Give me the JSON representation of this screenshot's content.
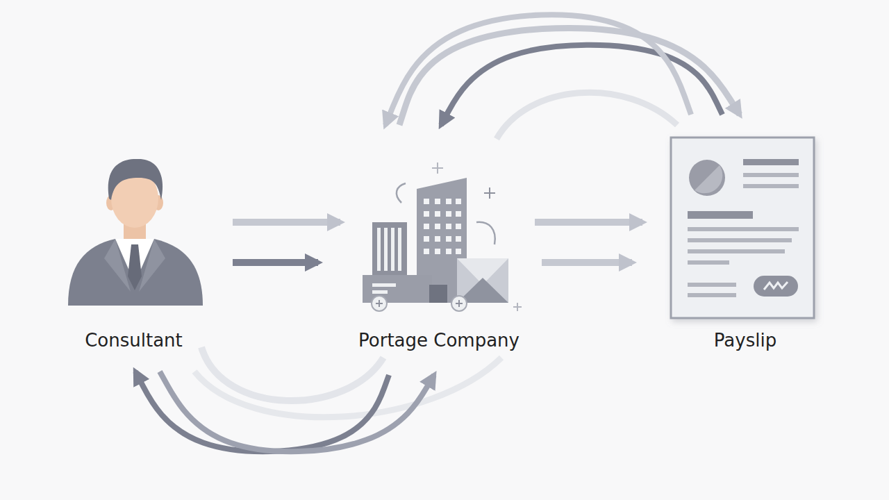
{
  "diagram": {
    "nodes": [
      {
        "text": [
          "Consultant"
        ]
      },
      {
        "text": [
          "Portage Company"
        ]
      },
      {
        "text": [
          "Payslip"
        ]
      }
    ],
    "edges": [
      {
        "from": 0,
        "to": 1,
        "arrow": "to"
      },
      {
        "from": 0,
        "to": 1,
        "arrow": "to"
      },
      {
        "from": 1,
        "to": 2,
        "arrow": "to"
      },
      {
        "from": 1,
        "to": 2,
        "arrow": "to"
      },
      {
        "from": 1,
        "to": 2,
        "arrow": "to"
      },
      {
        "from": 2,
        "to": 1,
        "arrow": "to"
      },
      {
        "from": 2,
        "to": 1,
        "arrow": "to"
      },
      {
        "from": 1,
        "to": 0,
        "arrow": "to"
      },
      {
        "from": 0,
        "to": 1,
        "arrow": "to"
      }
    ]
  }
}
